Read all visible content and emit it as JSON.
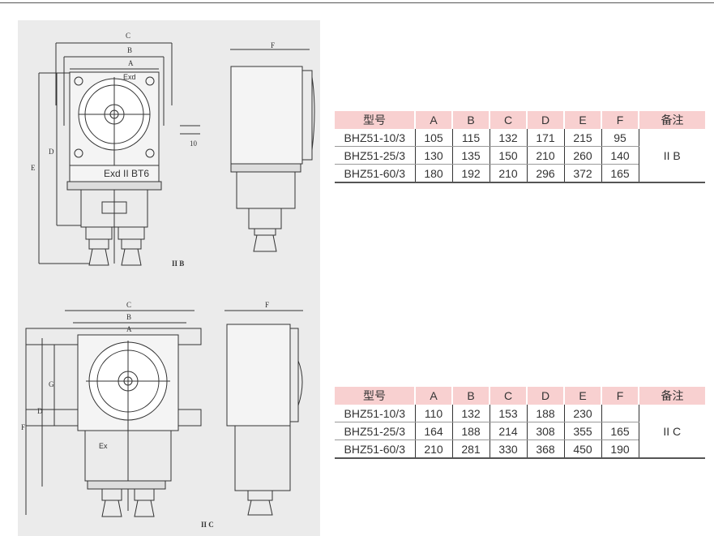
{
  "drawings": {
    "top": {
      "dims": [
        "C",
        "B",
        "A"
      ],
      "front_label": "Exd",
      "plate_label": "Exd II BT6",
      "dim_d": "D",
      "dim_e": "E",
      "dim_f": "F",
      "dim_10": "10",
      "group": "II B"
    },
    "bottom": {
      "dims": [
        "C",
        "B",
        "A"
      ],
      "dim_g": "G",
      "dim_d": "D",
      "dim_e": "F",
      "dim_f": "F",
      "box_label": "Ex",
      "group": "II C"
    }
  },
  "tables": [
    {
      "headers": [
        "型号",
        "A",
        "B",
        "C",
        "D",
        "E",
        "F",
        "备注"
      ],
      "rows": [
        [
          "BHZ51-10/3",
          "105",
          "115",
          "132",
          "171",
          "215",
          "95"
        ],
        [
          "BHZ51-25/3",
          "130",
          "135",
          "150",
          "210",
          "260",
          "140"
        ],
        [
          "BHZ51-60/3",
          "180",
          "192",
          "210",
          "296",
          "372",
          "165"
        ]
      ],
      "note": "II B"
    },
    {
      "headers": [
        "型号",
        "A",
        "B",
        "C",
        "D",
        "E",
        "F",
        "备注"
      ],
      "rows": [
        [
          "BHZ51-10/3",
          "110",
          "132",
          "153",
          "188",
          "230",
          ""
        ],
        [
          "BHZ51-25/3",
          "164",
          "188",
          "214",
          "308",
          "355",
          "165"
        ],
        [
          "BHZ51-60/3",
          "210",
          "281",
          "330",
          "368",
          "450",
          "190"
        ]
      ],
      "note": "II C"
    }
  ],
  "colors": {
    "header_bg": "#f8d0d0",
    "panel_bg": "#ebebeb"
  }
}
